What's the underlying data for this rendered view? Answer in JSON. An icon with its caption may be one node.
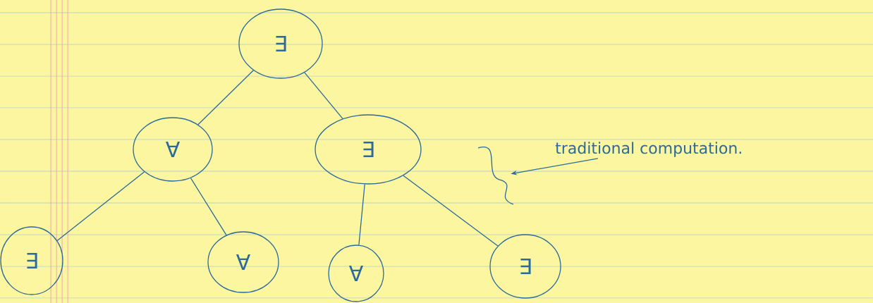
{
  "diagram": {
    "nodes": [
      {
        "text": [
          "∃"
        ]
      },
      {
        "text": [
          "∀"
        ]
      },
      {
        "text": [
          "∃"
        ]
      },
      {
        "text": [
          "∃"
        ]
      },
      {
        "text": [
          "∀"
        ]
      },
      {
        "text": [
          "∀"
        ]
      },
      {
        "text": [
          "∃"
        ]
      },
      {
        "text": [
          "traditional computation."
        ]
      },
      {
        "text": [],
        "shape": "brace"
      }
    ],
    "edges": [
      {
        "from": 0,
        "to": 1,
        "arrow": "none"
      },
      {
        "from": 0,
        "to": 2,
        "arrow": "none"
      },
      {
        "from": 1,
        "to": 3,
        "arrow": "none"
      },
      {
        "from": 1,
        "to": 4,
        "arrow": "none"
      },
      {
        "from": 2,
        "to": 5,
        "arrow": "none"
      },
      {
        "from": 2,
        "to": 6,
        "arrow": "none"
      },
      {
        "from": 7,
        "to": 8,
        "arrow": "to"
      }
    ]
  }
}
